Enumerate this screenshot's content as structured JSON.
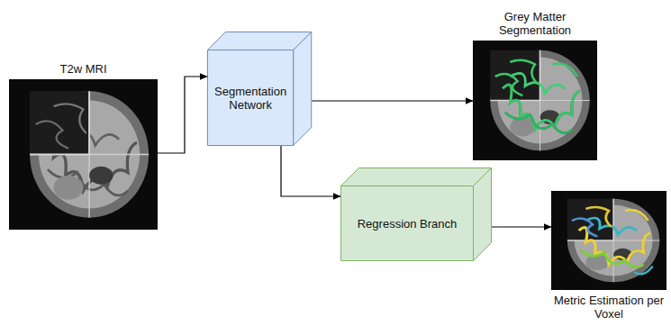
{
  "diagram": {
    "nodes": [
      {
        "text": [
          "T2w MRI"
        ]
      },
      {
        "text": [
          "Segmentation Network"
        ]
      },
      {
        "text": [
          "Grey Matter Segmentation"
        ]
      },
      {
        "text": [
          "Regression Branch"
        ]
      },
      {
        "text": [
          "Metric Estimation per Voxel"
        ]
      }
    ],
    "edges": [
      {
        "from": 0,
        "to": 1,
        "arrow": "to"
      },
      {
        "from": 1,
        "to": 2,
        "arrow": "to"
      },
      {
        "from": 1,
        "to": 3,
        "arrow": "to"
      },
      {
        "from": 3,
        "to": 4,
        "arrow": "to"
      }
    ]
  }
}
